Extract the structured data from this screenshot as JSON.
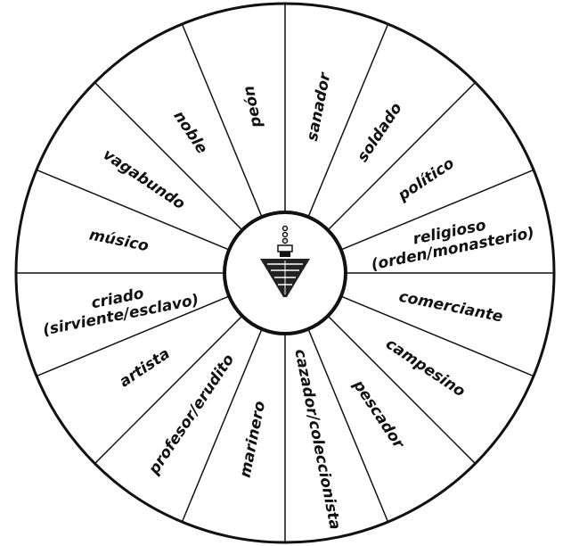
{
  "colors": {
    "ink": "#111111",
    "background": "#ffffff"
  },
  "center": {
    "icon": "pendulum-icon"
  },
  "segments": [
    {
      "lines": [
        "peón"
      ]
    },
    {
      "lines": [
        "sanador"
      ]
    },
    {
      "lines": [
        "soldado"
      ]
    },
    {
      "lines": [
        "político"
      ]
    },
    {
      "lines": [
        "religioso",
        "(orden/monasterio)"
      ]
    },
    {
      "lines": [
        "comerciante"
      ]
    },
    {
      "lines": [
        "campesino"
      ]
    },
    {
      "lines": [
        "pescador"
      ]
    },
    {
      "lines": [
        "cazador/coleccionista"
      ]
    },
    {
      "lines": [
        "marinero"
      ]
    },
    {
      "lines": [
        "profesor/erudito"
      ]
    },
    {
      "lines": [
        "artista"
      ]
    },
    {
      "lines": [
        "criado",
        "(sirviente/esclavo)"
      ]
    },
    {
      "lines": [
        "músico"
      ]
    },
    {
      "lines": [
        "vagabundo"
      ]
    },
    {
      "lines": [
        "noble"
      ]
    }
  ]
}
